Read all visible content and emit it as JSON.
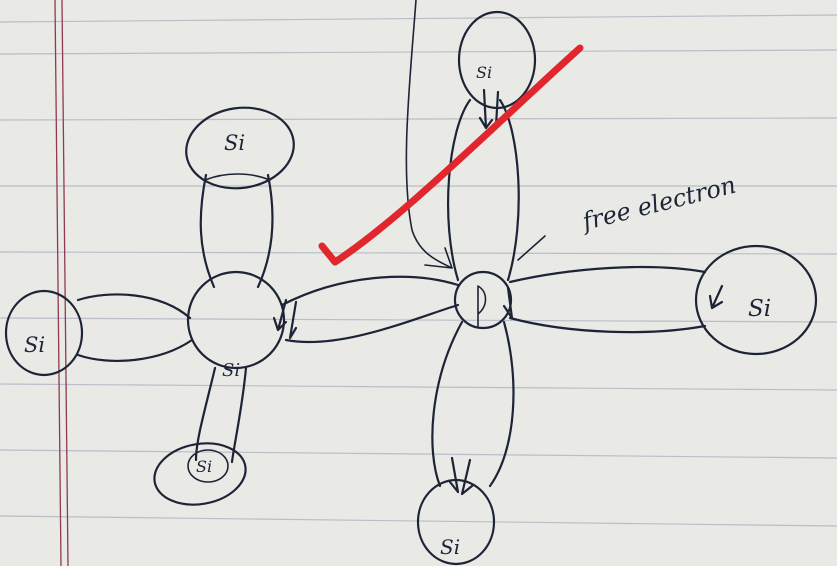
{
  "labels": {
    "si_top_left": "Si",
    "si_left": "Si",
    "si_center_left": "Si",
    "si_bottom_left": "Si",
    "si_top_right": "Si",
    "si_right": "Si",
    "si_bottom_right": "Si",
    "annotation": "free electron"
  },
  "colors": {
    "paper": "#e9e9e6",
    "ink": "#1d2436",
    "rule_lines": "#b9bec8",
    "margin_line": "#8e3b50",
    "check_mark": "#e2262e"
  }
}
